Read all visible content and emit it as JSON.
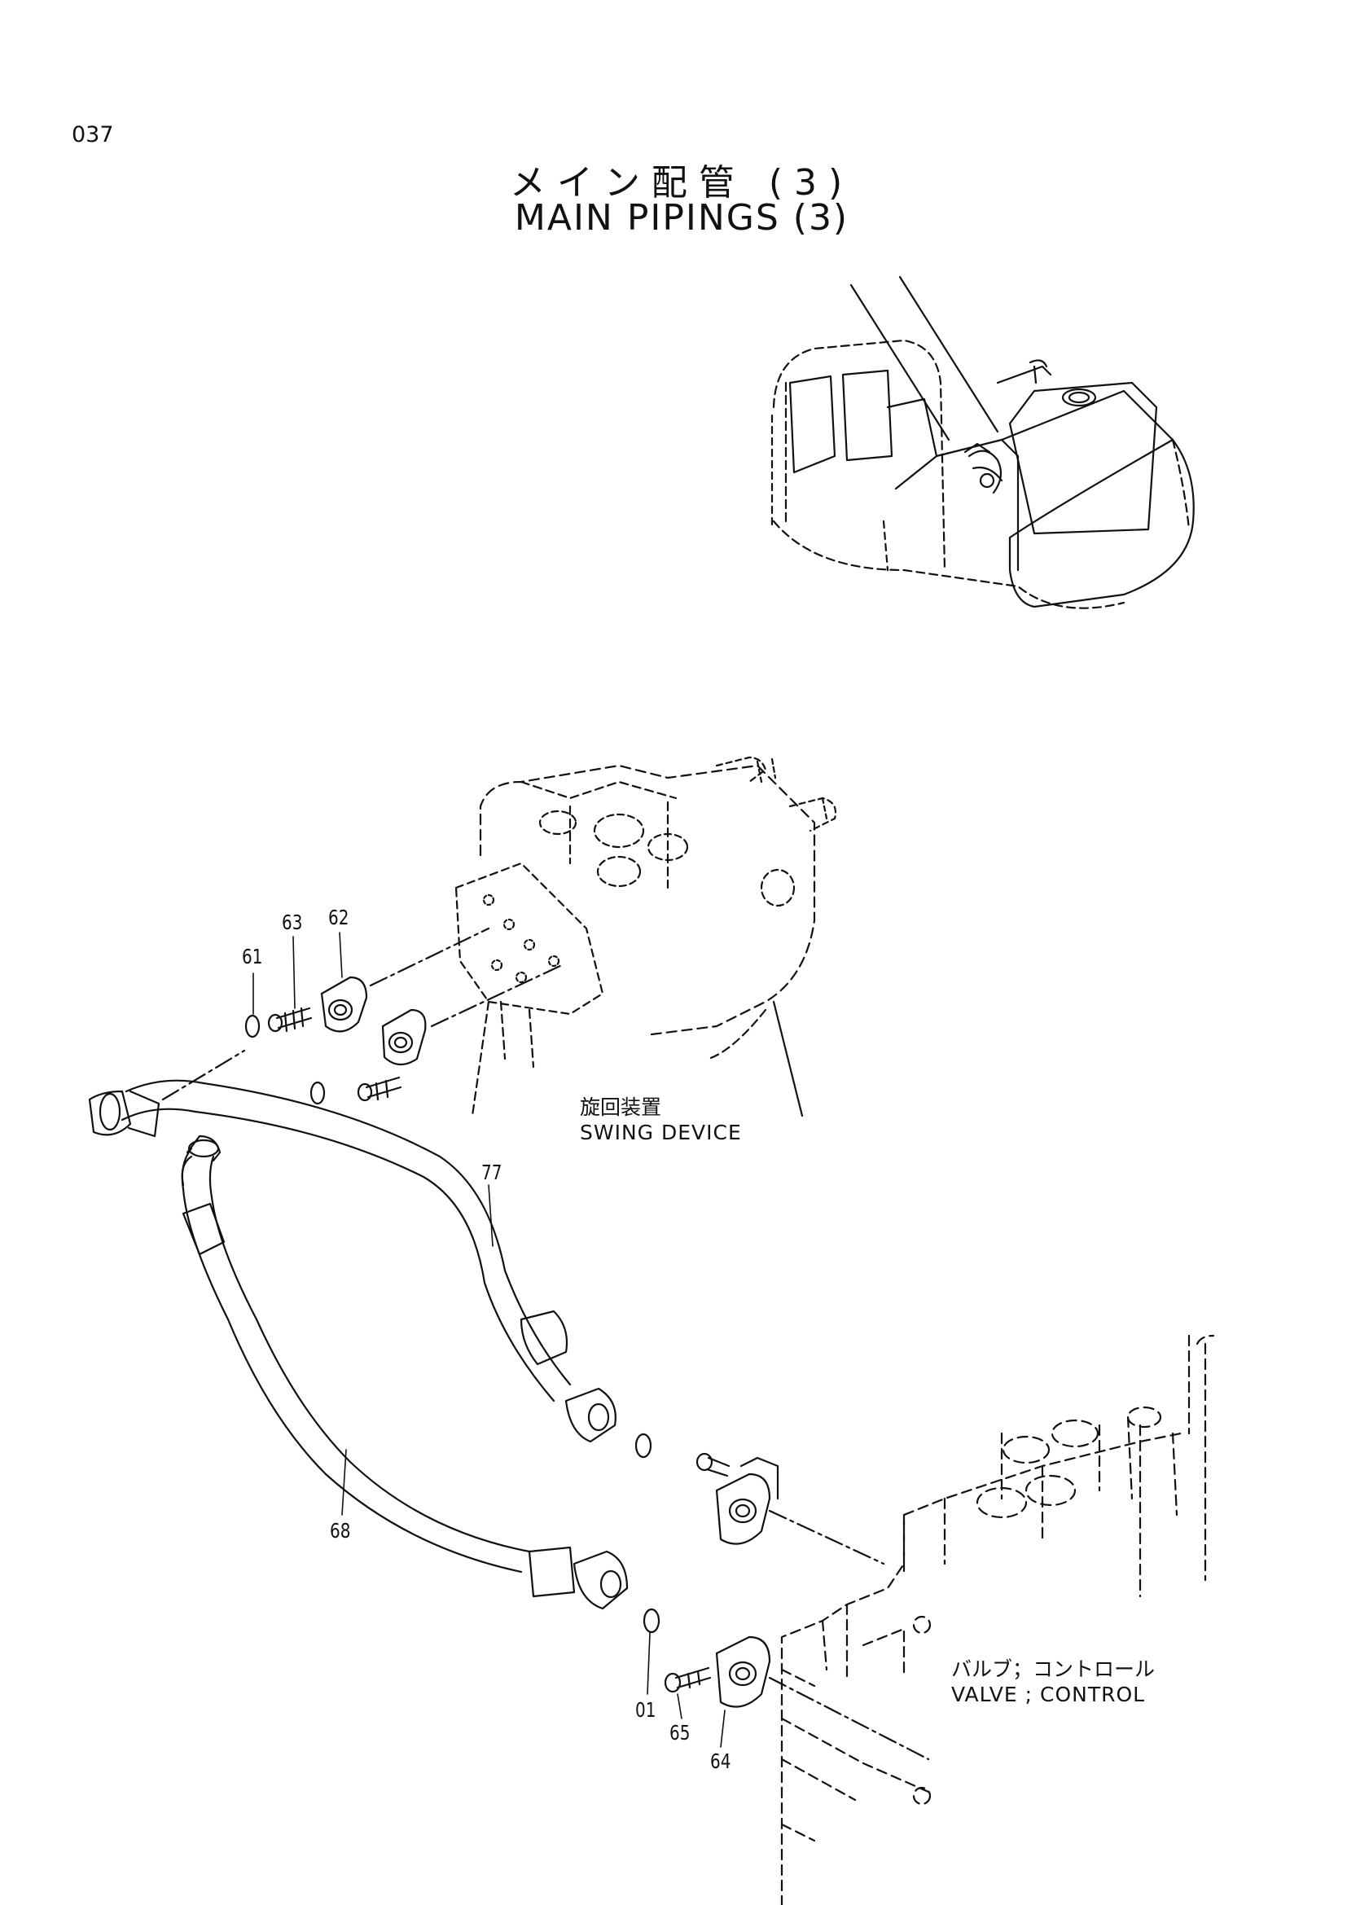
{
  "page_number": "037",
  "title": {
    "jp": "メイン配管 (3)",
    "en": "MAIN PIPINGS (3)"
  },
  "components": {
    "swing_device": {
      "jp": "旋回装置",
      "en": "SWING DEVICE"
    },
    "control_valve": {
      "jp": "バルブ；コントロール",
      "en": "VALVE ; CONTROL"
    }
  },
  "part_numbers": [
    "61",
    "62",
    "63",
    "77",
    "68",
    "01",
    "65",
    "64"
  ],
  "callouts": {
    "p61": "61",
    "p62": "62",
    "p63": "63",
    "p77": "77",
    "p68": "68",
    "p01": "01",
    "p65": "65",
    "p64": "64"
  }
}
